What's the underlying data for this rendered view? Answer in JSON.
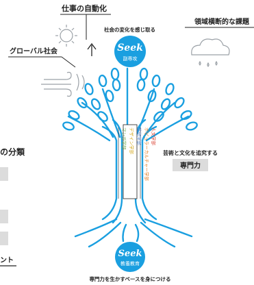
{
  "colors": {
    "accent": "#1a9fe0",
    "dark": "#222222",
    "gray": "#dcdcdc",
    "light": "#9aa0a6"
  },
  "labels": {
    "automation": "仕事の自動化",
    "social_change": "社会の変化を感じ取る",
    "cross_domain": "領域横断的な課題",
    "global": "グローバル社会",
    "classification": "の分類",
    "cut_text": "ント",
    "arts_culture": "芸術と文化を追究する",
    "expertise": "専門力",
    "base": "専門力を生かすベースを身につける"
  },
  "badges": {
    "top": {
      "brand": "Seek",
      "caption": "副専攻"
    },
    "bottom": {
      "brand": "Seek",
      "caption": "教養教育"
    }
  },
  "departments": [
    "人文学部",
    "ポピュラーカルチャー学部",
    "芸術学部",
    "デザイン学部",
    "マンガ学部"
  ],
  "icons": [
    "sun-icon",
    "cloud-rain-icon",
    "wind-icon",
    "tree-icon"
  ]
}
